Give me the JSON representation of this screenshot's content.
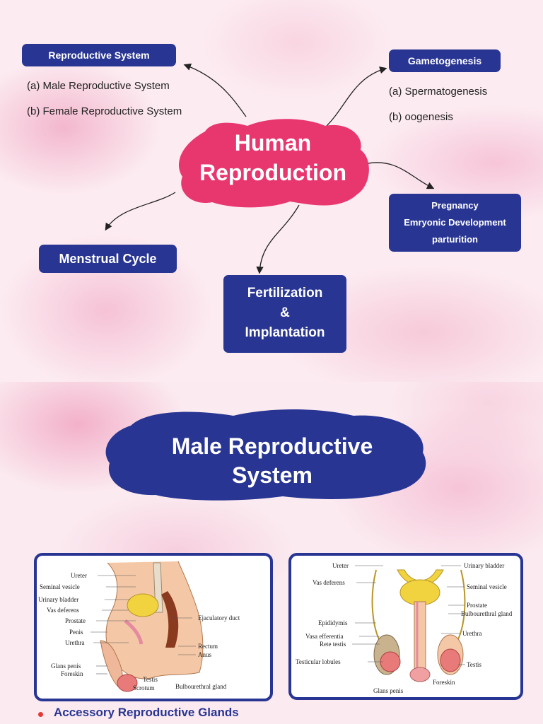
{
  "slide1": {
    "center_title_line1": "Human",
    "center_title_line2": "Reproduction",
    "reproductive_system": {
      "heading": "Reproductive System",
      "items": [
        "(a)  Male Reproductive System",
        "(b) Female Reproductive System"
      ]
    },
    "gametogenesis": {
      "heading": "Gametogenesis",
      "items": [
        "(a) Spermatogenesis",
        "(b) oogenesis"
      ]
    },
    "pregnancy_box": [
      "Pregnancy",
      "Emryonic Development",
      "parturition"
    ],
    "menstrual_cycle": "Menstrual Cycle",
    "fertilization_box": [
      "Fertilization",
      "&",
      "Implantation"
    ]
  },
  "slide2": {
    "title_line1": "Male  Reproductive",
    "title_line2": "System",
    "diagram_left_labels": {
      "ureter": "Ureter",
      "seminal_vesicle": "Seminal vesicle",
      "urinary_bladder": "Urinary bladder",
      "vas_deferens": "Vas deferens",
      "prostate": "Prostate",
      "penis": "Penis",
      "urethra": "Urethra",
      "glans_penis": "Glans penis",
      "foreskin": "Foreskin",
      "testis": "Testis",
      "scrotum": "Scrotum",
      "bulbourethral_gland": "Bulbourethral gland",
      "ejaculatory_duct": "Ejaculatory duct",
      "rectum": "Rectum",
      "anus": "Anus"
    },
    "diagram_right_labels": {
      "ureter": "Ureter",
      "urinary_bladder": "Urinary bladder",
      "vas_deferens": "Vas deferens",
      "seminal_vesicle": "Seminal vesicle",
      "prostate": "Prostate",
      "bulbourethral_gland": "Bulbourethral gland",
      "epididymis": "Epididymis",
      "vasa_efferentia": "Vasa efferentia",
      "rete_testis": "Rete testis",
      "urethra": "Urethra",
      "testicular_lobules": "Testicular lobules",
      "testis": "Testis",
      "foreskin": "Foreskin",
      "glans_penis": "Glans penis"
    },
    "bullet_text": "Accessory Reproductive Glands"
  },
  "colors": {
    "navy": "#283593",
    "pink_cloud": "#e8366f",
    "bullet": "#e53935"
  }
}
